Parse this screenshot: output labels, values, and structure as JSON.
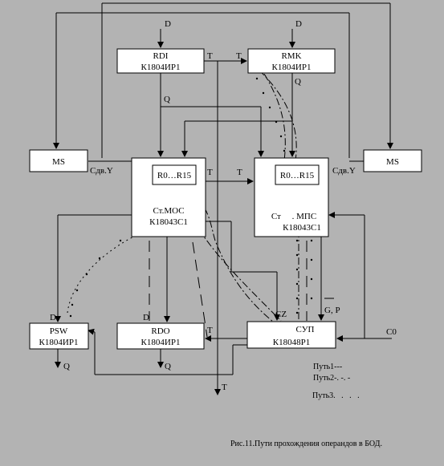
{
  "blocks": {
    "rdi": {
      "name": "RDI",
      "chip": "К1804ИР1"
    },
    "rmk": {
      "name": "RMK",
      "chip": "К1804ИР1"
    },
    "ms_left": {
      "name": "MS"
    },
    "ms_right": {
      "name": "MS"
    },
    "mos": {
      "reg": "R0…R15",
      "name": "Ст.МОС",
      "chip": "К18043С1"
    },
    "mps": {
      "reg": "R0…R15",
      "name": "Ст     . МПС",
      "chip": "К18043С1"
    },
    "psw": {
      "name": "PSW",
      "chip": "К1804ИР1"
    },
    "rdo": {
      "name": "RDO",
      "chip": "К1804ИР1"
    },
    "sup": {
      "name": "СУП",
      "chip": "К18048Р1"
    }
  },
  "labels": {
    "d_rdi": "D",
    "d_rmk": "D",
    "t_rdi_out": "T",
    "t_rmk_in": "T",
    "q_rmk": "Q",
    "q_rdi": "Q",
    "sdv_left": "Сдв.Y",
    "sdv_right": "Сдв.Y",
    "t_mos": "T",
    "t_mps": "T",
    "d_psw": "D",
    "d_rdo": "D",
    "q_psw": "Q",
    "q_rdo": "Q",
    "t_rdo": "T",
    "t_bottom": "T",
    "cz": "CZ",
    "gp": "G, P",
    "c0": "C0"
  },
  "legend": {
    "path1": "Путь1---",
    "path2": "Путь2-. -. -",
    "path3": "Путь3.   .   .   ."
  },
  "caption": "Рис.11.Пути прохождения операндов в БОД."
}
